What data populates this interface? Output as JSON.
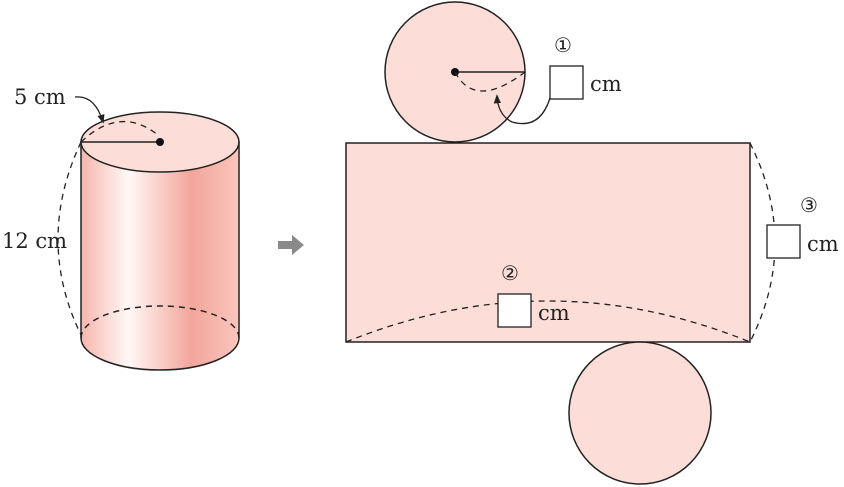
{
  "cylinder": {
    "radius_label": "5 cm",
    "height_label": "12 cm"
  },
  "net": {
    "blank1": {
      "number": "①",
      "unit": "cm"
    },
    "blank2": {
      "number": "②",
      "unit": "cm"
    },
    "blank3": {
      "number": "③",
      "unit": "cm"
    }
  },
  "colors": {
    "fill": "#fcddd7",
    "stroke": "#222222",
    "arrow": "#8a8a8a"
  }
}
